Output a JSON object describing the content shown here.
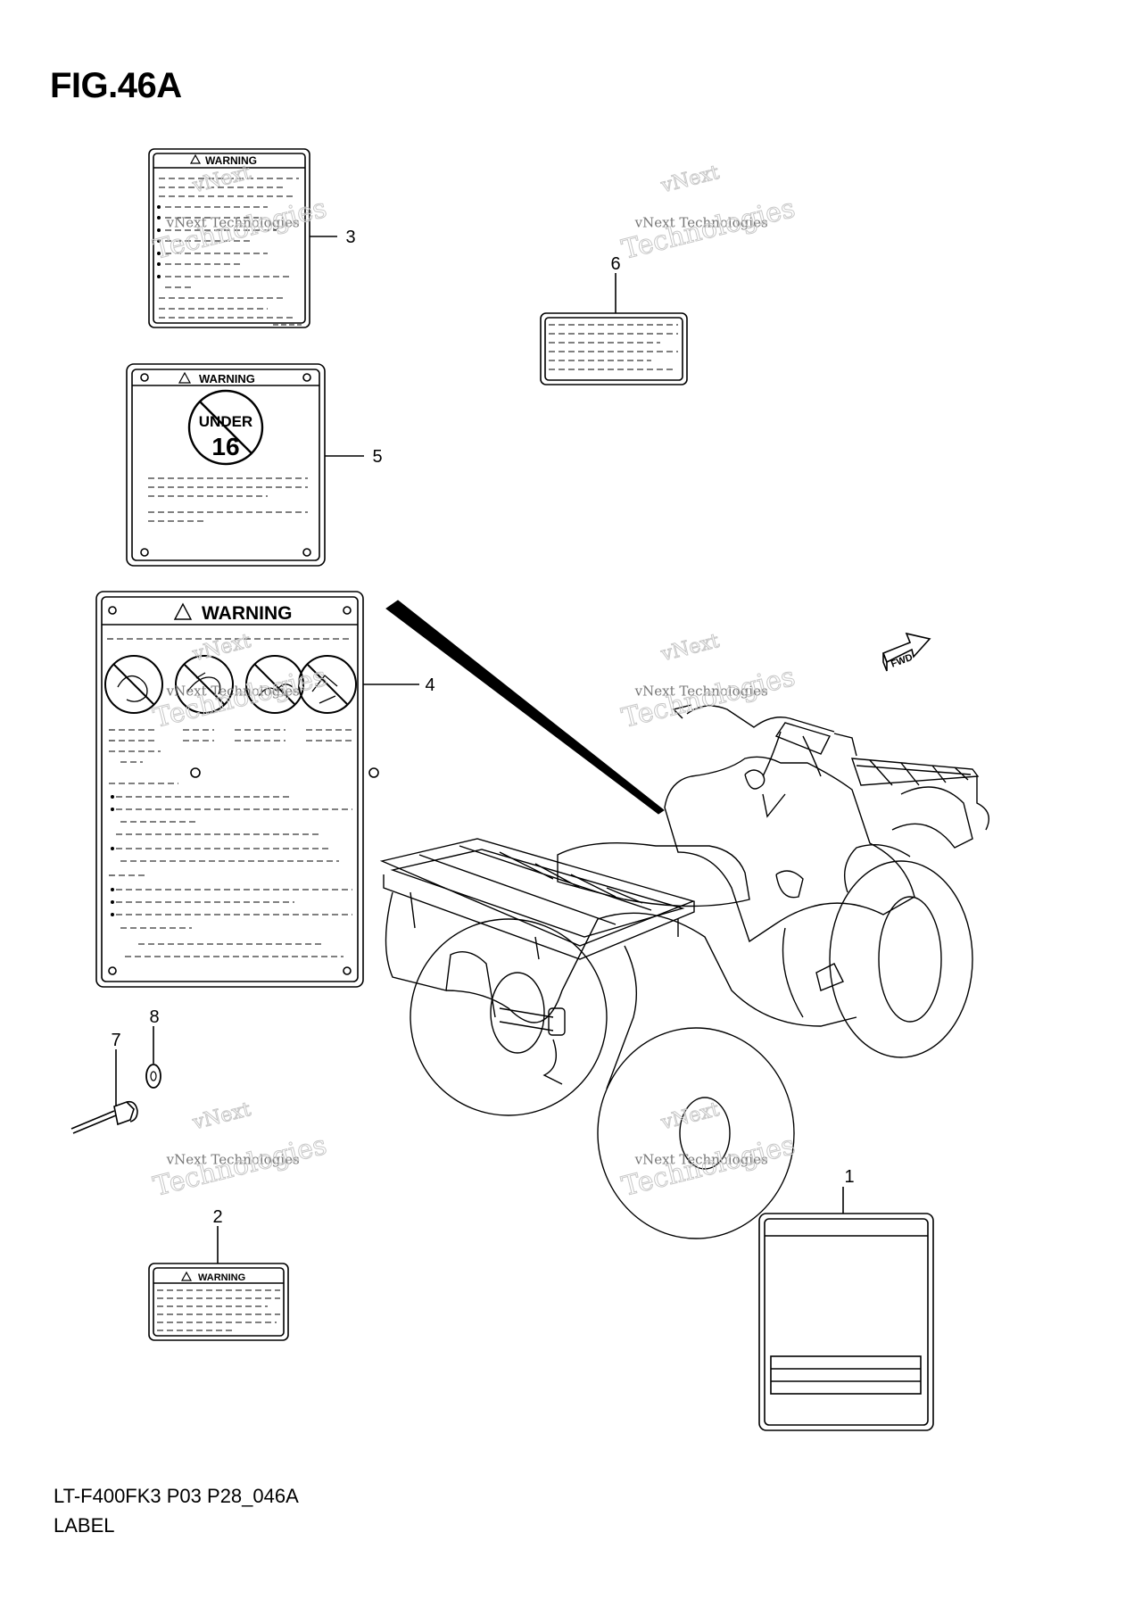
{
  "figure": {
    "title": "FIG.46A",
    "model_code": "LT-F400FK3 P03 P28_046A",
    "section_name": "LABEL"
  },
  "labels": {
    "warning_text": "WARNING",
    "under_text": "UNDER",
    "age_text": "16",
    "fwd_text": "FWD"
  },
  "callouts": [
    "1",
    "2",
    "3",
    "4",
    "5",
    "6",
    "7",
    "8"
  ],
  "watermark": {
    "line1": "vNext",
    "line2": "vNext Technologies",
    "line3": "Technologies"
  }
}
